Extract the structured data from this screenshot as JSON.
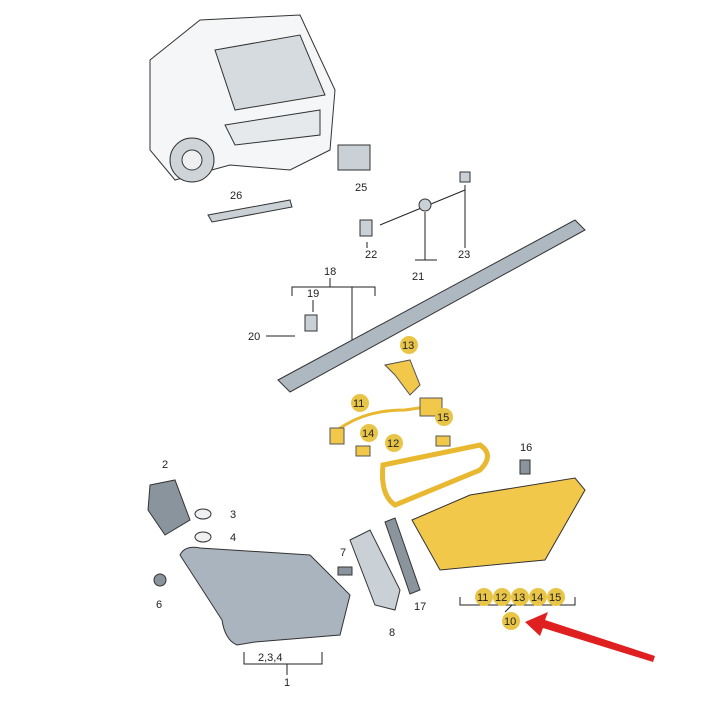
{
  "colors": {
    "highlight": "#e8c547",
    "arrow": "#e02020",
    "part_grey": "#b8c2cc",
    "part_yellow": "#f2c84a"
  },
  "labels": {
    "p1": "1",
    "p2": "2",
    "p3": "3",
    "p4": "4",
    "p234": "2,3,4",
    "p6": "6",
    "p7": "7",
    "p8": "8",
    "p10": "10",
    "p11": "11",
    "p12": "12",
    "p13": "13",
    "p14": "14",
    "p15": "15",
    "p16": "16",
    "p17": "17",
    "p18": "18",
    "p19": "19",
    "p20": "20",
    "p21": "21",
    "p22": "22",
    "p23": "23",
    "p25": "25",
    "p26": "26",
    "g11": "11",
    "g12": "12",
    "g13": "13",
    "g14": "14",
    "g15": "15"
  },
  "highlighted_parts": [
    "10",
    "11",
    "12",
    "13",
    "14",
    "15"
  ]
}
